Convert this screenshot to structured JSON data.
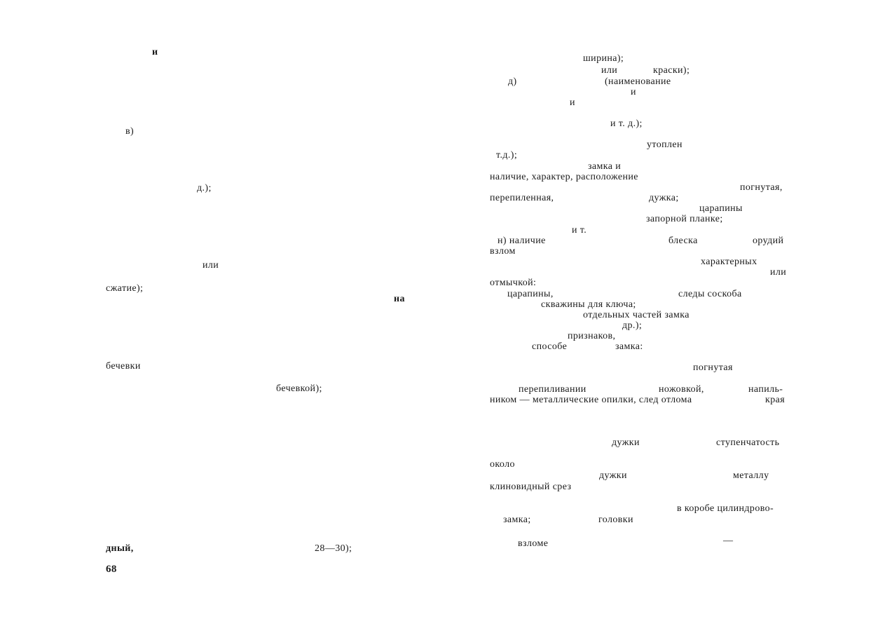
{
  "left_page": {
    "fragments": [
      "и",
      "в)",
      "д.);",
      "или",
      "сжатие);",
      "на",
      "бечевки",
      "бечевкой);",
      "дный,",
      "28—30);"
    ],
    "page_number": "68"
  },
  "right_page": {
    "fragments": [
      "ширина);",
      "или",
      "краски);",
      "д)",
      "(наименование",
      "и",
      "и",
      "и т. д.);",
      "утоплен",
      "т.д.);",
      "замка и",
      "наличие, характер, расположение",
      "погнутая,",
      "перепиленная,",
      "дужка;",
      "царапины",
      "запорной планке;",
      "и т.",
      "н) наличие",
      "блеска",
      "орудий",
      "взлом",
      "характерных",
      "или",
      "отмычкой:",
      "царапины,",
      "следы соскоба",
      "скважины для ключа;",
      "отдельных частей замка",
      "др.);",
      "признаков,",
      "способе",
      "замка:",
      "погнутая",
      "перепиливании",
      "ножовкой,",
      "напиль-",
      "ником — металлические опилки, след отлома",
      "края",
      "дужки",
      "ступенчатость",
      "около",
      "дужки",
      "металлу",
      "клиновидный срез",
      "в коробе цилиндрово-",
      "замка;",
      "головки",
      "взломе",
      "—"
    ]
  }
}
